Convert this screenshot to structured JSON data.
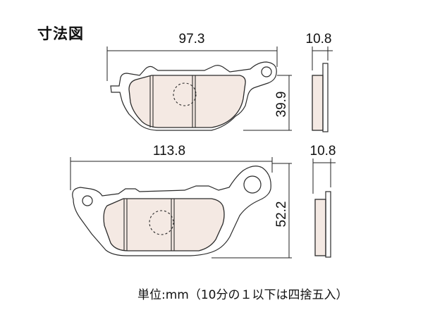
{
  "title": "寸法図",
  "dimensions": {
    "pad1_width": "97.3",
    "pad1_height": "39.9",
    "pad1_thickness": "10.8",
    "pad2_width": "113.8",
    "pad2_height": "52.2",
    "pad2_thickness": "10.8"
  },
  "note": "単位:mm（10分の１以下は四捨五入）",
  "colors": {
    "pad_fill": "#f4e9e3",
    "line": "#2a2a2a"
  }
}
